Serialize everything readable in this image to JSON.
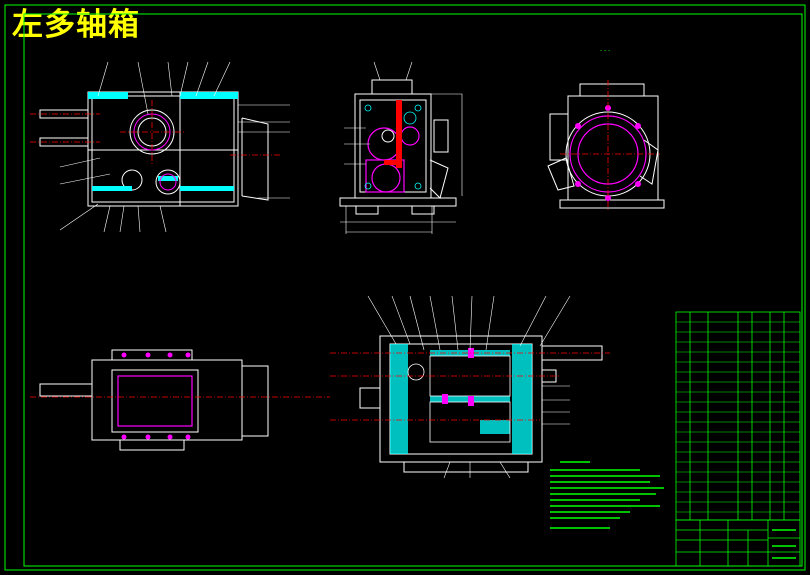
{
  "title": "左多轴箱",
  "colors": {
    "background": "#000000",
    "title": "#ffff00",
    "frame": "#00ff00",
    "outline": "#ffffff",
    "center_line": "#ff0000",
    "section": "#00ffff",
    "highlight": "#ff00ff"
  },
  "views": [
    "front-section",
    "side-elevation",
    "rear-elevation",
    "plan-view",
    "spindle-section"
  ],
  "notes_block": {
    "visible_lines": 9
  },
  "parts_list": {
    "visible_rows": 21
  }
}
